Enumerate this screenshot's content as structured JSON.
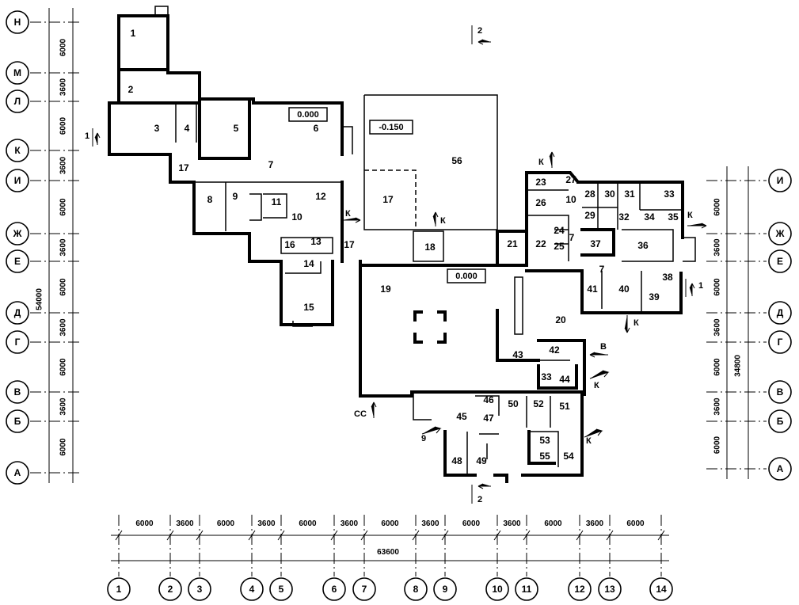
{
  "axes_left": [
    "Н",
    "М",
    "Л",
    "К",
    "И",
    "Ж",
    "Е",
    "Д",
    "Г",
    "В",
    "Б",
    "А"
  ],
  "axes_right": [
    "И",
    "Ж",
    "Е",
    "Д",
    "Г",
    "В",
    "Б",
    "А"
  ],
  "axes_bottom": [
    "1",
    "2",
    "3",
    "4",
    "5",
    "6",
    "7",
    "8",
    "9",
    "10",
    "11",
    "12",
    "13",
    "14"
  ],
  "dims_left": [
    "6000",
    "3600",
    "6000",
    "3600",
    "6000",
    "3600",
    "6000",
    "3600",
    "6000",
    "3600",
    "6000"
  ],
  "total_left": "54000",
  "dims_right": [
    "6000",
    "3600",
    "6000",
    "3600",
    "6000",
    "3600",
    "6000"
  ],
  "total_right": "34800",
  "dims_bottom": [
    "6000",
    "3600",
    "6000",
    "3600",
    "6000",
    "3600",
    "6000",
    "3600",
    "6000",
    "3600",
    "6000",
    "3600",
    "6000"
  ],
  "total_bottom": "63600",
  "levels": [
    "0.000",
    "-0.150",
    "0.000"
  ],
  "section_marks": [
    "1",
    "1",
    "2",
    "2"
  ],
  "markers": [
    "К",
    "К",
    "К",
    "К",
    "К",
    "К",
    "К",
    "В",
    "СС",
    "9"
  ],
  "rooms": [
    "1",
    "2",
    "3",
    "4",
    "5",
    "6",
    "7",
    "17",
    "8",
    "9",
    "11",
    "10",
    "12",
    "17",
    "13",
    "16",
    "17",
    "14",
    "15",
    "56",
    "18",
    "19",
    "21",
    "22",
    "24",
    "25",
    "7",
    "23",
    "10",
    "26",
    "27",
    "28",
    "30",
    "31",
    "33",
    "29",
    "32",
    "34",
    "35",
    "37",
    "36",
    "7",
    "41",
    "40",
    "38",
    "39",
    "20",
    "42",
    "43",
    "33",
    "44",
    "45",
    "46",
    "47",
    "50",
    "52",
    "51",
    "48",
    "49",
    "53",
    "55",
    "54"
  ]
}
